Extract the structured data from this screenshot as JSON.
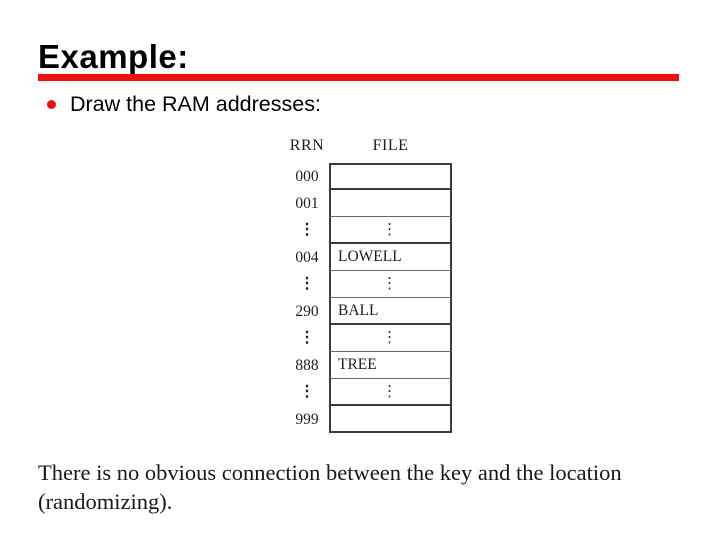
{
  "title": "Example:",
  "bullet": {
    "text": "Draw the RAM addresses:"
  },
  "colors": {
    "accent": "#ee1111",
    "text": "#000000",
    "table_border": "#3c3c3c",
    "background": "#ffffff"
  },
  "diagram": {
    "col_headers": {
      "rrn": "RRN",
      "file": "FILE"
    },
    "rows": [
      {
        "rrn": "000",
        "file": "",
        "ellipsis": false,
        "thick_bottom": true
      },
      {
        "rrn": "001",
        "file": "",
        "ellipsis": false,
        "thick_bottom": false
      },
      {
        "rrn": "⋮",
        "file": "⋮",
        "ellipsis": true,
        "thick_bottom": true
      },
      {
        "rrn": "004",
        "file": "LOWELL",
        "ellipsis": false,
        "thick_bottom": false
      },
      {
        "rrn": "⋮",
        "file": "⋮",
        "ellipsis": true,
        "thick_bottom": false
      },
      {
        "rrn": "290",
        "file": "BALL",
        "ellipsis": false,
        "thick_bottom": true
      },
      {
        "rrn": "⋮",
        "file": "⋮",
        "ellipsis": true,
        "thick_bottom": false
      },
      {
        "rrn": "888",
        "file": "TREE",
        "ellipsis": false,
        "thick_bottom": false
      },
      {
        "rrn": "⋮",
        "file": "⋮",
        "ellipsis": true,
        "thick_bottom": true
      },
      {
        "rrn": "999",
        "file": "",
        "ellipsis": false,
        "thick_bottom": false
      }
    ]
  },
  "footer": {
    "line1": "There is no obvious connection between the key and the location",
    "line2": "(randomizing)."
  }
}
